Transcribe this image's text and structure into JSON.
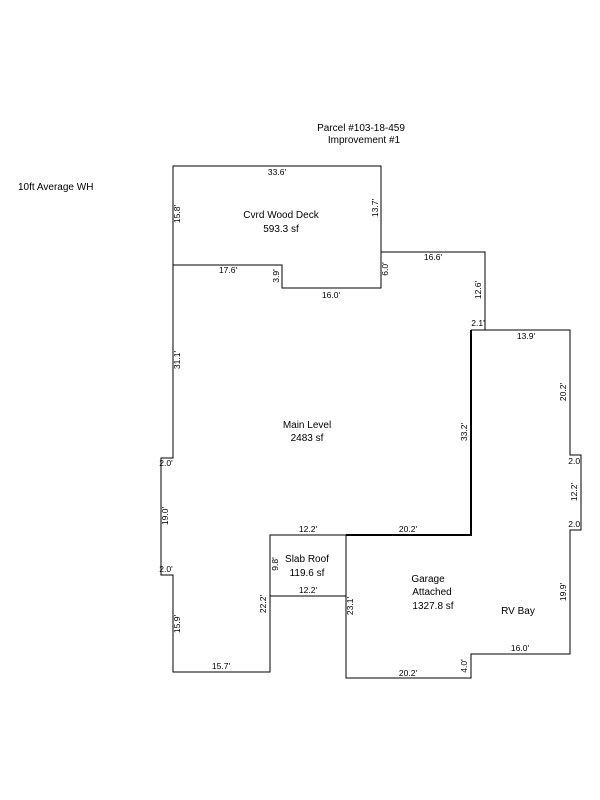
{
  "header": {
    "parcel": "Parcel #103-18-459",
    "improvement": "Improvement #1",
    "wall_height_note": "10ft Average WH"
  },
  "areas": {
    "deck": {
      "name": "Cvrd Wood Deck",
      "size": "593.3 sf"
    },
    "main": {
      "name": "Main Level",
      "size": "2483 sf"
    },
    "slab": {
      "name": "Slab Roof",
      "size": "119.6 sf"
    },
    "garage": {
      "name_line1": "Garage",
      "name_line2": "Attached",
      "size": "1327.8 sf"
    },
    "rv": {
      "name": "RV Bay"
    }
  },
  "dimensions": {
    "deck_top": "33.6'",
    "deck_left": "15.8'",
    "deck_right": "13.7'",
    "deck_bottom_left": "17.6'",
    "deck_step": "3.9'",
    "deck_bottom_right": "16.0'",
    "upper_right_six": "6.0'",
    "upper_top": "16.6'",
    "upper_right": "12.6'",
    "upper_jog": "2.1'",
    "garage_top": "13.9'",
    "garage_right_upper": "20.2'",
    "bump_top": "2.0'",
    "bump_side": "12.2'",
    "bump_bottom": "2.0'",
    "garage_right_lower": "19.9'",
    "rv_bottom": "16.0'",
    "rv_step": "4.0'",
    "garage_bottom": "20.2'",
    "garage_left": "23.1'",
    "main_inner_right": "33.2'",
    "main_left_upper": "31.1'",
    "main_bump_top": "2.0'",
    "main_bump_side": "19.0'",
    "main_bump_bottom": "2.0'",
    "main_left_lower": "15.9'",
    "main_bottom": "15.7'",
    "main_inner_left": "22.2'",
    "slab_top": "12.2'",
    "slab_bottom": "12.2'",
    "slab_left": "9.8'",
    "garage_inner_top": "20.2'"
  }
}
